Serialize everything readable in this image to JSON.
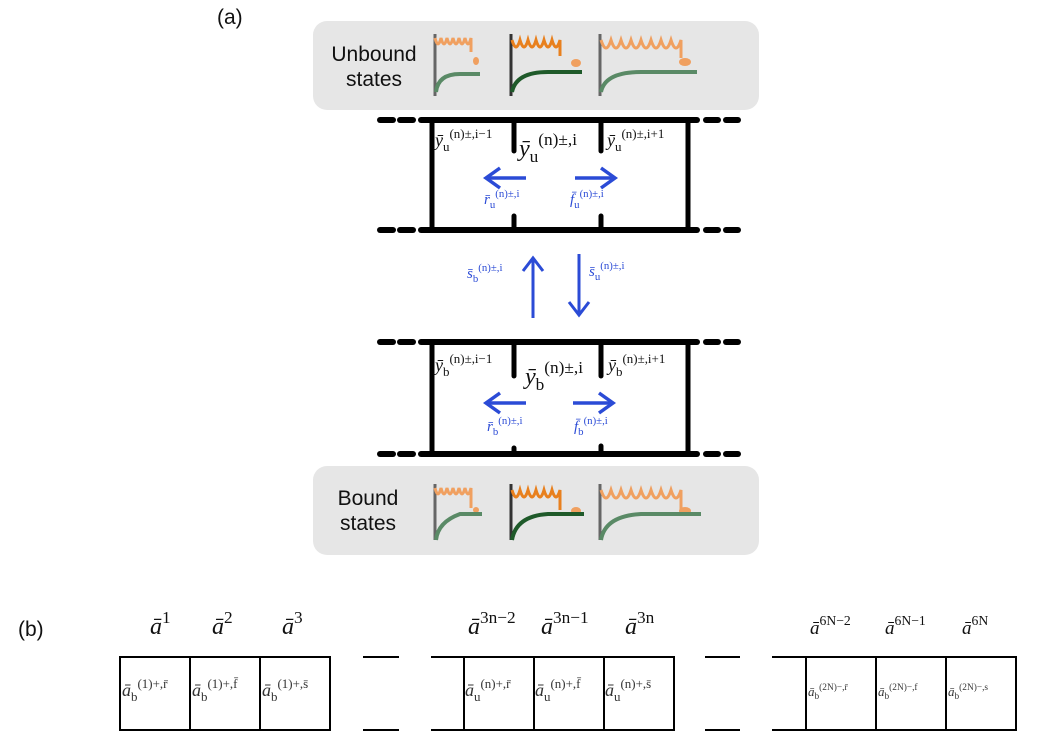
{
  "panel_a": {
    "label": "(a)",
    "unbound_box": {
      "line1": "Unbound",
      "line2": "states"
    },
    "bound_box": {
      "line1": "Bound",
      "line2": "states"
    },
    "glyph_icons": [
      "spring-potential-icon-small",
      "spring-potential-icon-medium",
      "spring-potential-icon-large"
    ],
    "colors": {
      "spring_orange": "#f0a060",
      "spring_orange_dark": "#e8801e",
      "potential_green": "#5a8a66",
      "potential_green_dark": "#1f5a2a",
      "wall_gray": "#666666",
      "arrow_blue": "#2b4bd6",
      "box_gray": "#e6e6e6"
    },
    "unbound_lattice": {
      "y_left": {
        "base": "ȳ",
        "sub": "u",
        "sup": "(n)±,i−1"
      },
      "y_center": {
        "base": "ȳ",
        "sub": "u",
        "sup": "(n)±,i"
      },
      "y_right": {
        "base": "ȳ",
        "sub": "u",
        "sup": "(n)±,i+1"
      },
      "r_rate": {
        "base": "r̄",
        "sub": "u",
        "sup": "(n)±,i"
      },
      "f_rate": {
        "base": "f̄",
        "sub": "u",
        "sup": "(n)±,i"
      }
    },
    "transition": {
      "s_b": {
        "base": "s̄",
        "sub": "b",
        "sup": "(n)±,i"
      },
      "s_u": {
        "base": "s̄",
        "sub": "u",
        "sup": "(n)±,i"
      }
    },
    "bound_lattice": {
      "y_left": {
        "base": "ȳ",
        "sub": "b",
        "sup": "(n)±,i−1"
      },
      "y_center": {
        "base": "ȳ",
        "sub": "b",
        "sup": "(n)±,i"
      },
      "y_right": {
        "base": "ȳ",
        "sub": "b",
        "sup": "(n)±,i+1"
      },
      "r_rate": {
        "base": "r̄",
        "sub": "b",
        "sup": "(n)±,i"
      },
      "f_rate": {
        "base": "f̄",
        "sub": "b",
        "sup": "(n)±,i"
      }
    }
  },
  "panel_b": {
    "label": "(b)",
    "groups": [
      {
        "headers": [
          {
            "base": "ā",
            "sup": "1"
          },
          {
            "base": "ā",
            "sup": "2"
          },
          {
            "base": "ā",
            "sup": "3"
          }
        ],
        "cells": [
          {
            "base": "ā",
            "sub": "b",
            "sup": "(1)+,r̄"
          },
          {
            "base": "ā",
            "sub": "b",
            "sup": "(1)+,f̄"
          },
          {
            "base": "ā",
            "sub": "b",
            "sup": "(1)+,s̄"
          }
        ]
      },
      {
        "headers": [
          {
            "base": "ā",
            "sup": "3n−2"
          },
          {
            "base": "ā",
            "sup": "3n−1"
          },
          {
            "base": "ā",
            "sup": "3n"
          }
        ],
        "cells": [
          {
            "base": "ā",
            "sub": "u",
            "sup": "(n)+,r̄"
          },
          {
            "base": "ā",
            "sub": "u",
            "sup": "(n)+,f̄"
          },
          {
            "base": "ā",
            "sub": "u",
            "sup": "(n)+,s̄"
          }
        ]
      },
      {
        "headers": [
          {
            "base": "ā",
            "sup": "6N−2"
          },
          {
            "base": "ā",
            "sup": "6N−1"
          },
          {
            "base": "ā",
            "sup": "6N"
          }
        ],
        "cells": [
          {
            "base": "ā",
            "sub": "b",
            "sup": "(2N)−,r̄"
          },
          {
            "base": "ā",
            "sub": "b",
            "sup": "(2N)−,f"
          },
          {
            "base": "ā",
            "sub": "b",
            "sup": "(2N)−,s"
          }
        ]
      }
    ]
  }
}
